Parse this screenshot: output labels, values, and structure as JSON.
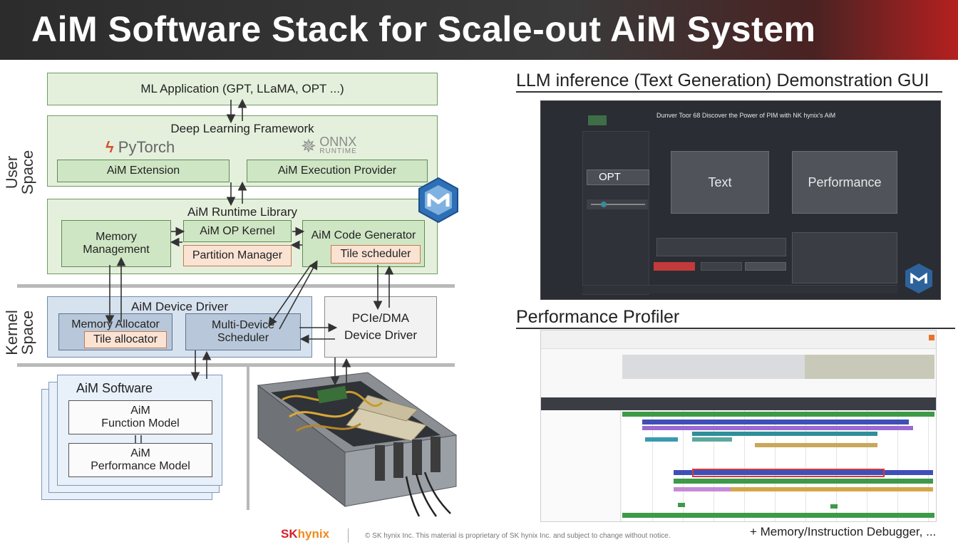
{
  "title": "AiM Software Stack for Scale-out AiM System",
  "labels": {
    "user_space": [
      "User",
      "Space"
    ],
    "kernel_space": [
      "Kernel",
      "Space"
    ]
  },
  "stack": {
    "ml_application": "ML Application (GPT, LLaMA, OPT ...)",
    "deep_learning_framework": "Deep Learning Framework",
    "pytorch": "PyTorch",
    "onnx_line1": "ONNX",
    "onnx_line2": "RUNTIME",
    "aim_extension": "AiM Extension",
    "aim_execution_provider": "AiM Execution Provider",
    "runtime_library": "AiM Runtime Library",
    "memory_management": [
      "Memory",
      "Management"
    ],
    "aim_op_kernel": "AiM OP Kernel",
    "partition_manager": "Partition Manager",
    "aim_code_generator": "AiM Code Generator",
    "tile_scheduler": "Tile scheduler",
    "device_driver": "AiM Device Driver",
    "memory_allocator": "Memory Allocator",
    "tile_allocator": "Tile allocator",
    "multi_device_scheduler": [
      "Multi-Device",
      "Scheduler"
    ],
    "pcie_dma": [
      "PCIe/DMA",
      "Device Driver"
    ],
    "aim_software": "AiM Software",
    "function_model": [
      "AiM",
      "Function Model"
    ],
    "performance_model": [
      "AiM",
      "Performance Model"
    ]
  },
  "gui": {
    "heading": "LLM inference (Text Generation) Demonstration GUI",
    "headline": "Dunver Toor 68 Discover the Power of PIM with NK hynix's AiM",
    "model_badge": "OPT",
    "text_tile": "Text",
    "performance_tile": "Performance"
  },
  "profiler": {
    "heading": "Performance Profiler"
  },
  "footer": {
    "brand_sk": "SK",
    "brand_hynix": "hynix",
    "copyright": "© SK hynix Inc. This material is proprietary of SK hynix Inc. and subject to change without notice.",
    "note": "+ Memory/Instruction Debugger, ..."
  },
  "colors": {
    "accent_red": "#d21f2a",
    "green_box": "#cfe6c4",
    "blue_box": "#b8c8da"
  }
}
